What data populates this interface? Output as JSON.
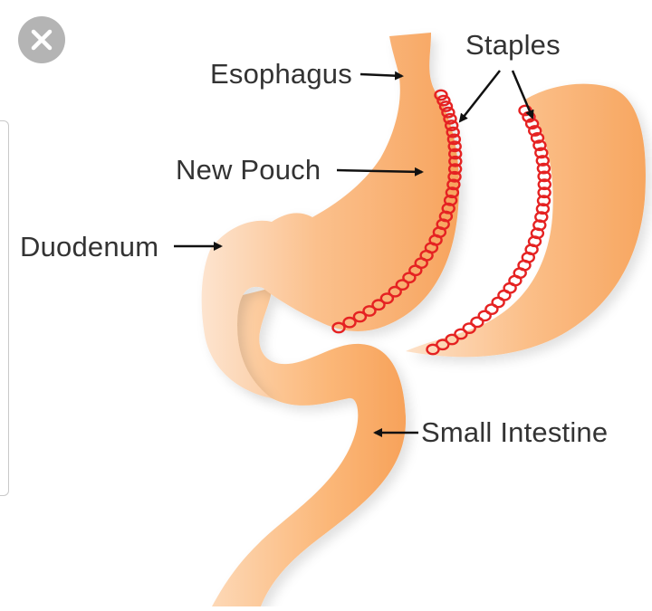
{
  "labels": {
    "esophagus": "Esophagus",
    "new_pouch": "New Pouch",
    "duodenum": "Duodenum",
    "staples": "Staples",
    "small_intestine": "Small Intestine"
  },
  "icons": {
    "close": "close-icon"
  },
  "colors": {
    "organ_light": "#fde3cc",
    "organ_mid": "#fbbd86",
    "organ_dark": "#f7a35c",
    "staple": "#e52222",
    "label_text": "#333333",
    "close_button": "#b4b4b4"
  }
}
